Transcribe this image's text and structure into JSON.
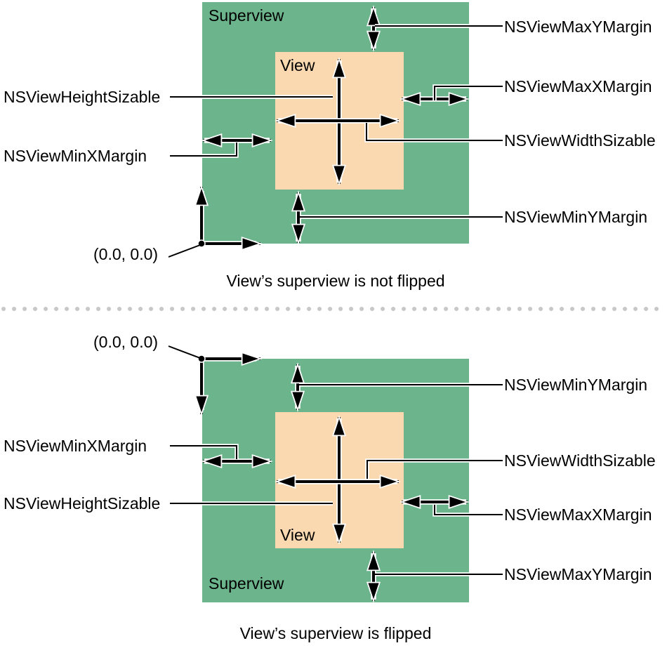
{
  "colors": {
    "superview_fill": "#6cb58c",
    "view_fill": "#fad8b0",
    "line_color": "#000000",
    "divider_dot_color": "#c8c8c8"
  },
  "top_diagram": {
    "superview_label": "Superview",
    "view_label": "View",
    "origin_label": "(0.0, 0.0)",
    "caption": "View’s superview is not flipped",
    "labels": {
      "max_y_margin": "NSViewMaxYMargin",
      "max_x_margin": "NSViewMaxXMargin",
      "width_sizable": "NSViewWidthSizable",
      "min_y_margin": "NSViewMinYMargin",
      "height_sizable": "NSViewHeightSizable",
      "min_x_margin": "NSViewMinXMargin"
    }
  },
  "bottom_diagram": {
    "superview_label": "Superview",
    "view_label": "View",
    "origin_label": "(0.0, 0.0)",
    "caption": "View’s superview is flipped",
    "labels": {
      "min_y_margin": "NSViewMinYMargin",
      "width_sizable": "NSViewWidthSizable",
      "max_x_margin": "NSViewMaxXMargin",
      "max_y_margin": "NSViewMaxYMargin",
      "min_x_margin": "NSViewMinXMargin",
      "height_sizable": "NSViewHeightSizable"
    }
  }
}
